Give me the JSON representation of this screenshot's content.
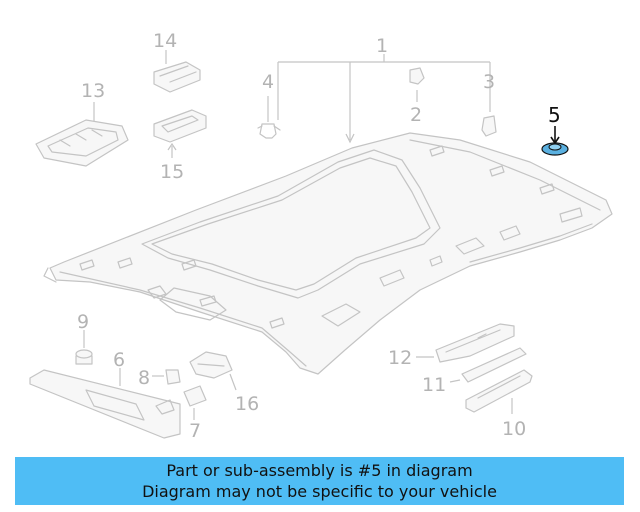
{
  "callouts": {
    "c1": "1",
    "c2": "2",
    "c3": "3",
    "c4": "4",
    "c5": "5",
    "c6": "6",
    "c7": "7",
    "c8": "8",
    "c9": "9",
    "c10": "10",
    "c11": "11",
    "c12": "12",
    "c13": "13",
    "c14": "14",
    "c15": "15",
    "c16": "16"
  },
  "highlighted_part": "5",
  "colors": {
    "highlight_part": "#5ab0e0",
    "banner": "#4fbdf5",
    "line_art": "#c4c4c4"
  },
  "notice": {
    "line1": "Part or sub-assembly is #5 in diagram",
    "line2": "Diagram may not be specific to your vehicle"
  }
}
